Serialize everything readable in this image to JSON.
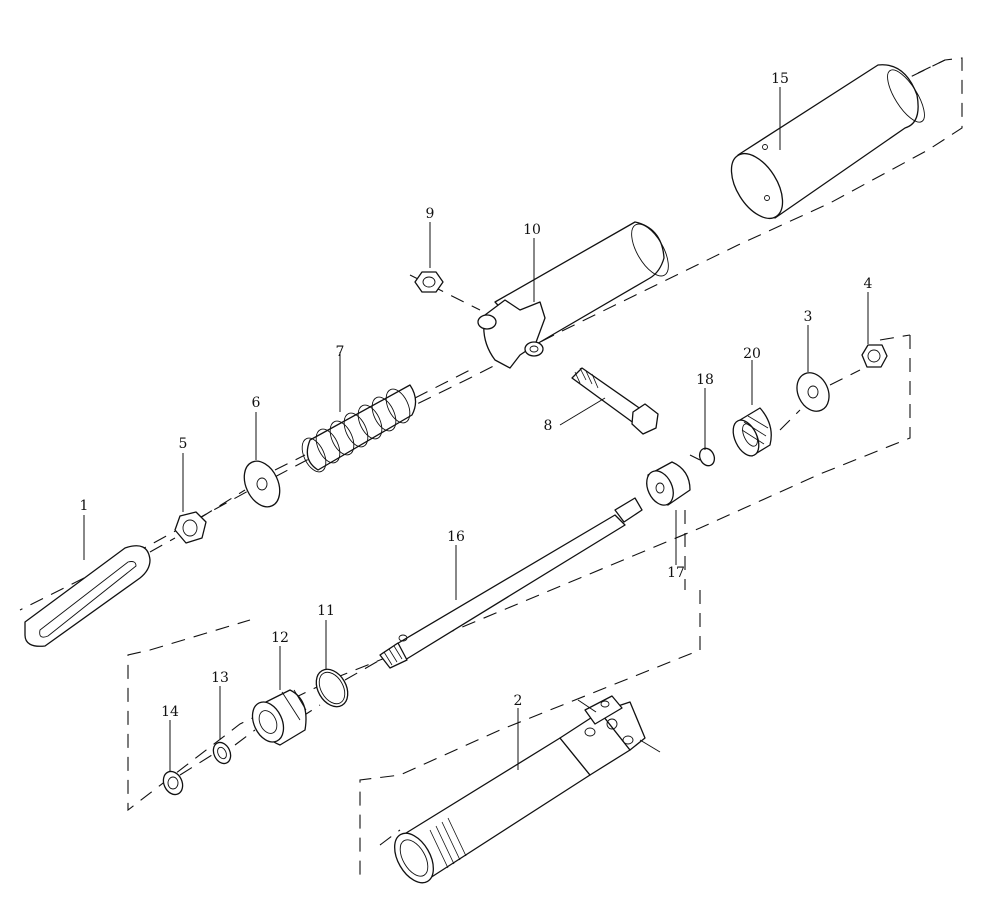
{
  "labels": {
    "l1": "1",
    "l2": "2",
    "l3": "3",
    "l4": "4",
    "l5": "5",
    "l6": "6",
    "l7": "7",
    "l8": "8",
    "l9": "9",
    "l10": "10",
    "l11": "11",
    "l12": "12",
    "l13": "13",
    "l14": "14",
    "l15": "15",
    "l16": "16",
    "l17": "17",
    "l18": "18",
    "l20": "20"
  },
  "style": {
    "line_color": "#111111",
    "background": "#ffffff"
  }
}
